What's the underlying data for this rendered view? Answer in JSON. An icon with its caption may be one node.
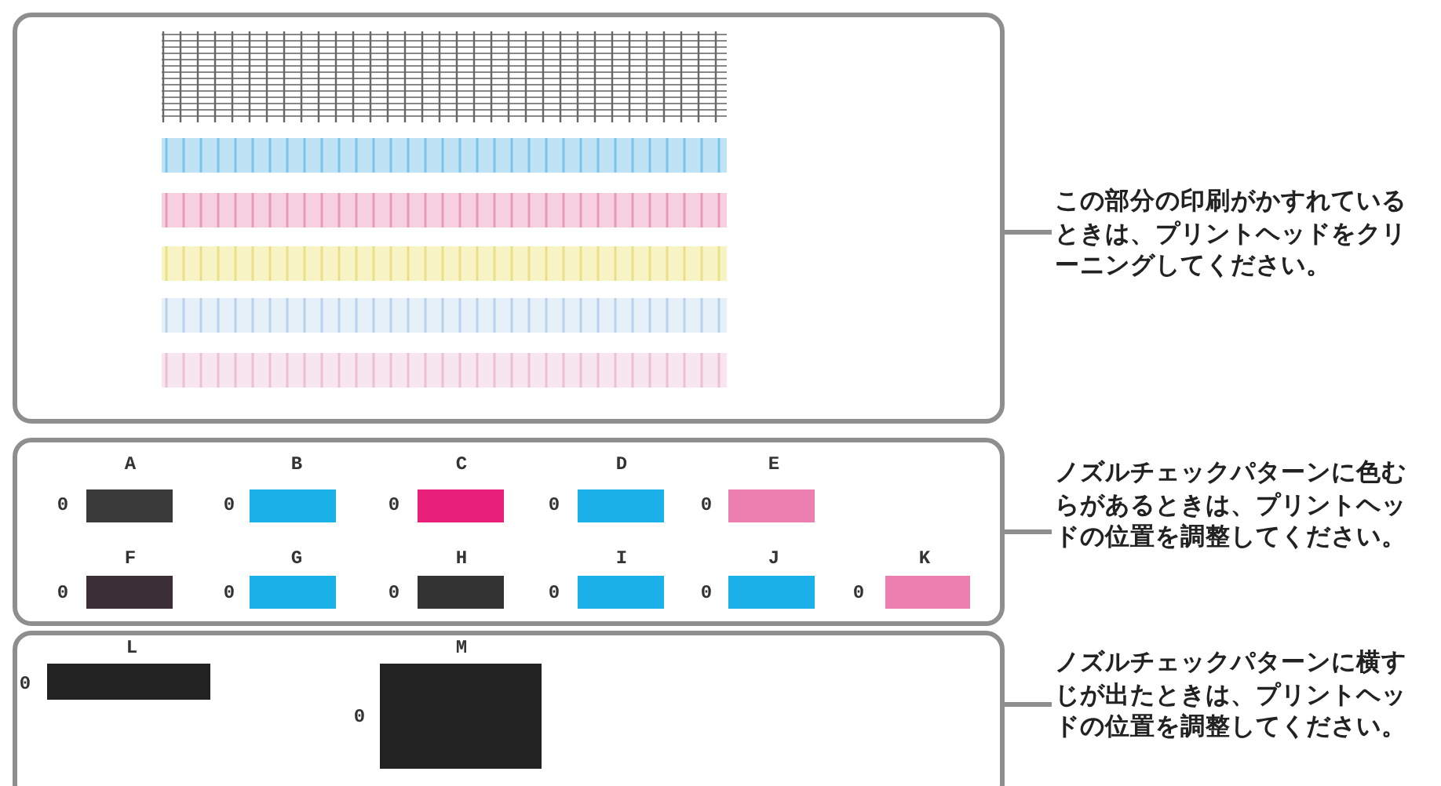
{
  "diagram": {
    "nodes": [
      {
        "text": [],
        "shape": "box"
      },
      {
        "text": [
          "この部分の印刷がかすれているときは、プリントヘッドをクリーニングしてください。"
        ]
      },
      {
        "text": [],
        "shape": "box"
      },
      {
        "text": [
          "ノズルチェックパターンに色むらがあるときは、プリントヘッドの位置を調整してください。"
        ]
      },
      {
        "text": [],
        "shape": "box"
      },
      {
        "text": [
          "ノズルチェックパターンに横すじが出たときは、プリントヘッドの位置を調整してください。"
        ]
      }
    ],
    "edges": [
      {
        "from": 1,
        "to": 0,
        "arrow": "none"
      },
      {
        "from": 3,
        "to": 2,
        "arrow": "none"
      },
      {
        "from": 5,
        "to": 4,
        "arrow": "none"
      }
    ],
    "labels": [
      "A",
      "0",
      "B",
      "0",
      "C",
      "0",
      "D",
      "0",
      "E",
      "0",
      "F",
      "0",
      "G",
      "0",
      "H",
      "0",
      "I",
      "0",
      "J",
      "0",
      "K",
      "0",
      "L",
      "0",
      "M",
      "0"
    ]
  }
}
